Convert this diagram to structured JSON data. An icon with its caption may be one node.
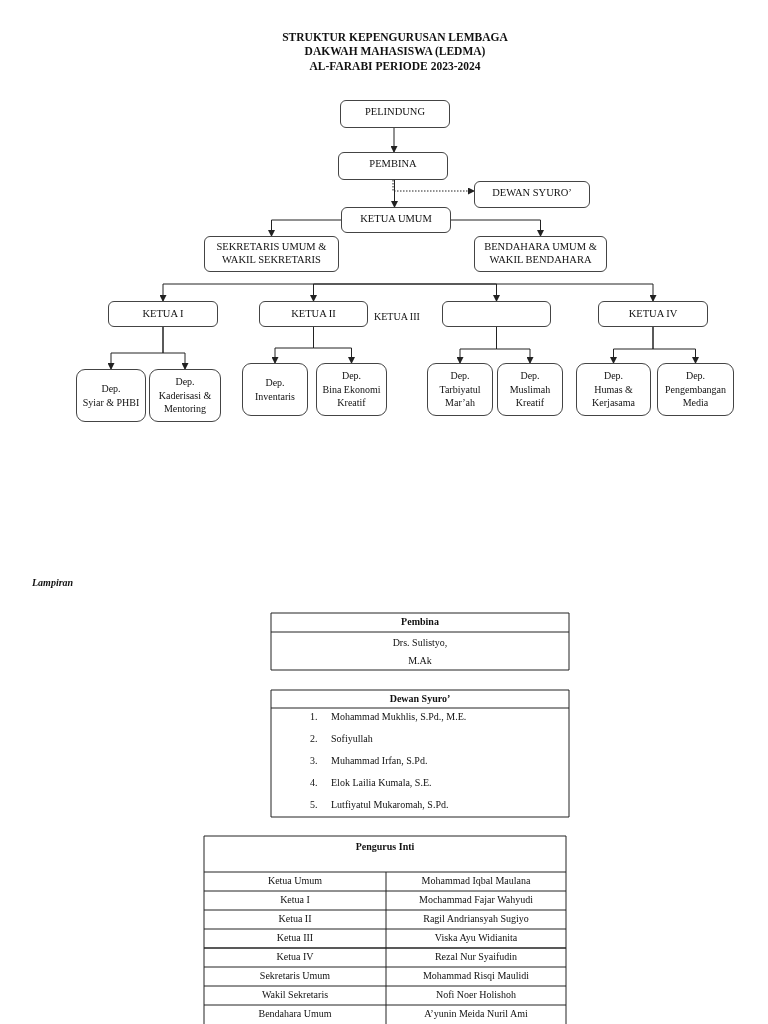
{
  "diagram": {
    "title": "STRUKTUR KEPENGURUSAN LEMBAGA DAKWAH MAHASISWA (LEDMA) AL-FARABI PERIODE 2023-2024",
    "nodes": [
      {
        "text": [
          "PELINDUNG"
        ]
      },
      {
        "text": [
          "PEMBINA"
        ]
      },
      {
        "text": [
          "DEWAN SYURO’"
        ]
      },
      {
        "text": [
          "KETUA UMUM"
        ]
      },
      {
        "text": [
          "SEKRETARIS UMUM & WAKIL SEKRETARIS"
        ]
      },
      {
        "text": [
          "BENDAHARA UMUM & WAKIL BENDAHARA"
        ]
      },
      {
        "text": [
          "KETUA I"
        ]
      },
      {
        "text": [
          "KETUA II"
        ]
      },
      {
        "text": [],
        "shape": "box"
      },
      {
        "text": [
          "KETUA IV"
        ]
      },
      {
        "text": [
          "Dep.",
          "Syiar & PHBI"
        ]
      },
      {
        "text": [
          "Dep.",
          "Kaderisasi & Mentoring"
        ]
      },
      {
        "text": [
          "Dep.",
          "Inventaris"
        ]
      },
      {
        "text": [
          "Dep.",
          "Bina Ekonomi Kreatif"
        ]
      },
      {
        "text": [
          "Dep.",
          "Tarbiyatul Mar’ah"
        ]
      },
      {
        "text": [
          "Dep.",
          "Muslimah Kreatif"
        ]
      },
      {
        "text": [
          "Dep.",
          "Humas & Kerjasama"
        ]
      },
      {
        "text": [
          "Dep.",
          "Pengembangan Media"
        ]
      }
    ],
    "edges": [
      {
        "from": 0,
        "to": 1,
        "arrow": "to"
      },
      {
        "from": 1,
        "to": 3,
        "arrow": "to"
      },
      {
        "from": 1,
        "to": 2,
        "arrow": "to",
        "style": "dashed"
      },
      {
        "from": 3,
        "to": 4,
        "arrow": "to"
      },
      {
        "from": 3,
        "to": 5,
        "arrow": "to"
      },
      {
        "from": null,
        "to": 6,
        "arrow": "to"
      },
      {
        "from": null,
        "to": 7,
        "arrow": "to"
      },
      {
        "from": null,
        "to": 8,
        "arrow": "to"
      },
      {
        "from": null,
        "to": 9,
        "arrow": "to"
      },
      {
        "from": 6,
        "to": 10,
        "arrow": "to"
      },
      {
        "from": 6,
        "to": 11,
        "arrow": "to"
      },
      {
        "from": 7,
        "to": 12,
        "arrow": "to"
      },
      {
        "from": 7,
        "to": 13,
        "arrow": "to"
      },
      {
        "from": 8,
        "to": 14,
        "arrow": "to"
      },
      {
        "from": 8,
        "to": 15,
        "arrow": "to"
      },
      {
        "from": 9,
        "to": 16,
        "arrow": "to"
      },
      {
        "from": 9,
        "to": 17,
        "arrow": "to"
      }
    ],
    "labels": [
      "KETUA III",
      "Lampiran",
      "Pembina",
      "Drs. Sulistyo, M.Ak",
      "Dewan Syuro’",
      "1.",
      "Mohammad Mukhlis, S.Pd., M.E.",
      "2.",
      "Sofiyullah",
      "3.",
      "Muhammad Irfan, S.Pd.",
      "4.",
      "Elok Lailia Kumala, S.E.",
      "5.",
      "Lutfiyatul Mukaromah, S.Pd.",
      "Pengurus Inti",
      "Ketua Umum",
      "Mohammad Iqbal Maulana",
      "Ketua I",
      "Mochammad Fajar Wahyudi",
      "Ketua II",
      "Ragil Andriansyah Sugiyo",
      "Ketua III",
      "Viska Ayu Widianita",
      "Ketua IV",
      "Rezal Nur Syaifudin",
      "Sekretaris Umum",
      "Mohammad Risqi Maulidi",
      "Wakil Sekretaris",
      "Nofi Noer Holishoh",
      "Bendahara Umum",
      "A’yunin Meida Nuril Ami"
    ]
  }
}
